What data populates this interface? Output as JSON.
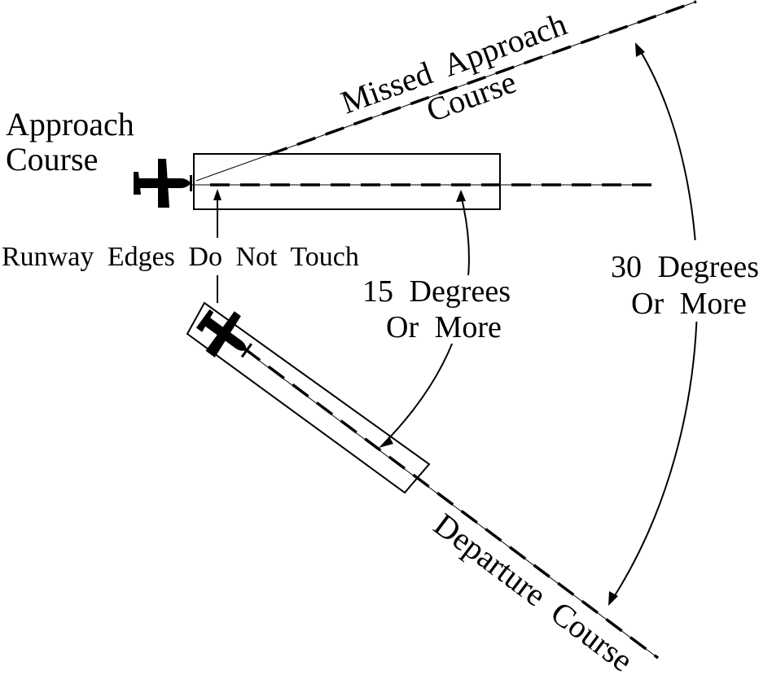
{
  "labels": {
    "approach_course_line1": "Approach",
    "approach_course_line2": "Course",
    "missed_approach_line1": "Missed Approach",
    "missed_approach_line2": "Course",
    "departure_course": "Departure Course",
    "runway_edges": "Runway Edges Do Not Touch",
    "fifteen_line1": "15 Degrees",
    "fifteen_line2": "Or More",
    "thirty_line1": "30 Degrees",
    "thirty_line2": "Or More"
  },
  "icons": {
    "approach_aircraft": "airplane-icon",
    "departure_aircraft": "airplane-icon"
  },
  "colors": {
    "ink": "#000000",
    "background": "#ffffff"
  }
}
